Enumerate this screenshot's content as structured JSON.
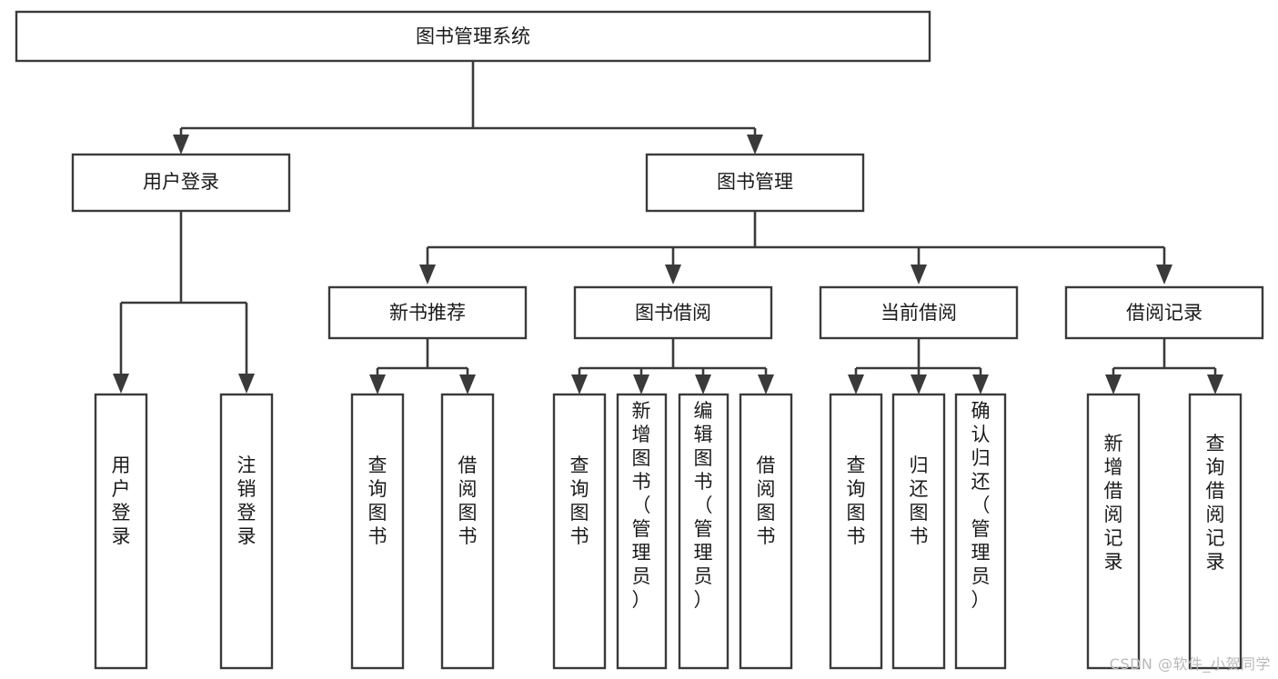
{
  "diagram": {
    "type": "tree-hierarchy-diagram",
    "title": "图书管理系统",
    "background_color": "#ffffff",
    "box_stroke_color": "#3a3a3a",
    "box_fill_color": "#ffffff",
    "connector_color": "#3a3a3a",
    "text_color": "#1a1a1a",
    "levels": 4,
    "nodes": {
      "root": {
        "label": "图书管理系统"
      },
      "level2": [
        {
          "id": "user-login",
          "label": "用户登录"
        },
        {
          "id": "book-management",
          "label": "图书管理"
        }
      ],
      "level3": [
        {
          "id": "new-book-recommend",
          "label": "新书推荐",
          "parent": "book-management"
        },
        {
          "id": "book-borrow",
          "label": "图书借阅",
          "parent": "book-management"
        },
        {
          "id": "current-borrow",
          "label": "当前借阅",
          "parent": "book-management"
        },
        {
          "id": "borrow-record",
          "label": "借阅记录",
          "parent": "book-management"
        }
      ],
      "leaves": [
        {
          "id": "leaf-user-login",
          "label": "用户登录",
          "parent": "user-login"
        },
        {
          "id": "leaf-logout",
          "label": "注销登录",
          "parent": "user-login"
        },
        {
          "id": "leaf-query-book-1",
          "label": "查询图书",
          "parent": "new-book-recommend"
        },
        {
          "id": "leaf-borrow-book-1",
          "label": "借阅图书",
          "parent": "new-book-recommend"
        },
        {
          "id": "leaf-query-book-2",
          "label": "查询图书",
          "parent": "book-borrow"
        },
        {
          "id": "leaf-add-book",
          "label": "新增图书（管理员）",
          "parent": "book-borrow"
        },
        {
          "id": "leaf-edit-book",
          "label": "编辑图书（管理员）",
          "parent": "book-borrow"
        },
        {
          "id": "leaf-borrow-book-2",
          "label": "借阅图书",
          "parent": "book-borrow"
        },
        {
          "id": "leaf-query-book-3",
          "label": "查询图书",
          "parent": "current-borrow"
        },
        {
          "id": "leaf-return-book",
          "label": "归还图书",
          "parent": "current-borrow"
        },
        {
          "id": "leaf-confirm-return",
          "label": "确认归还（管理员）",
          "parent": "current-borrow"
        },
        {
          "id": "leaf-add-record",
          "label": "新增借阅记录",
          "parent": "borrow-record"
        },
        {
          "id": "leaf-query-record",
          "label": "查询借阅记录",
          "parent": "borrow-record"
        }
      ]
    }
  },
  "watermark": {
    "text": "CSDN @软件_小贺同学"
  }
}
